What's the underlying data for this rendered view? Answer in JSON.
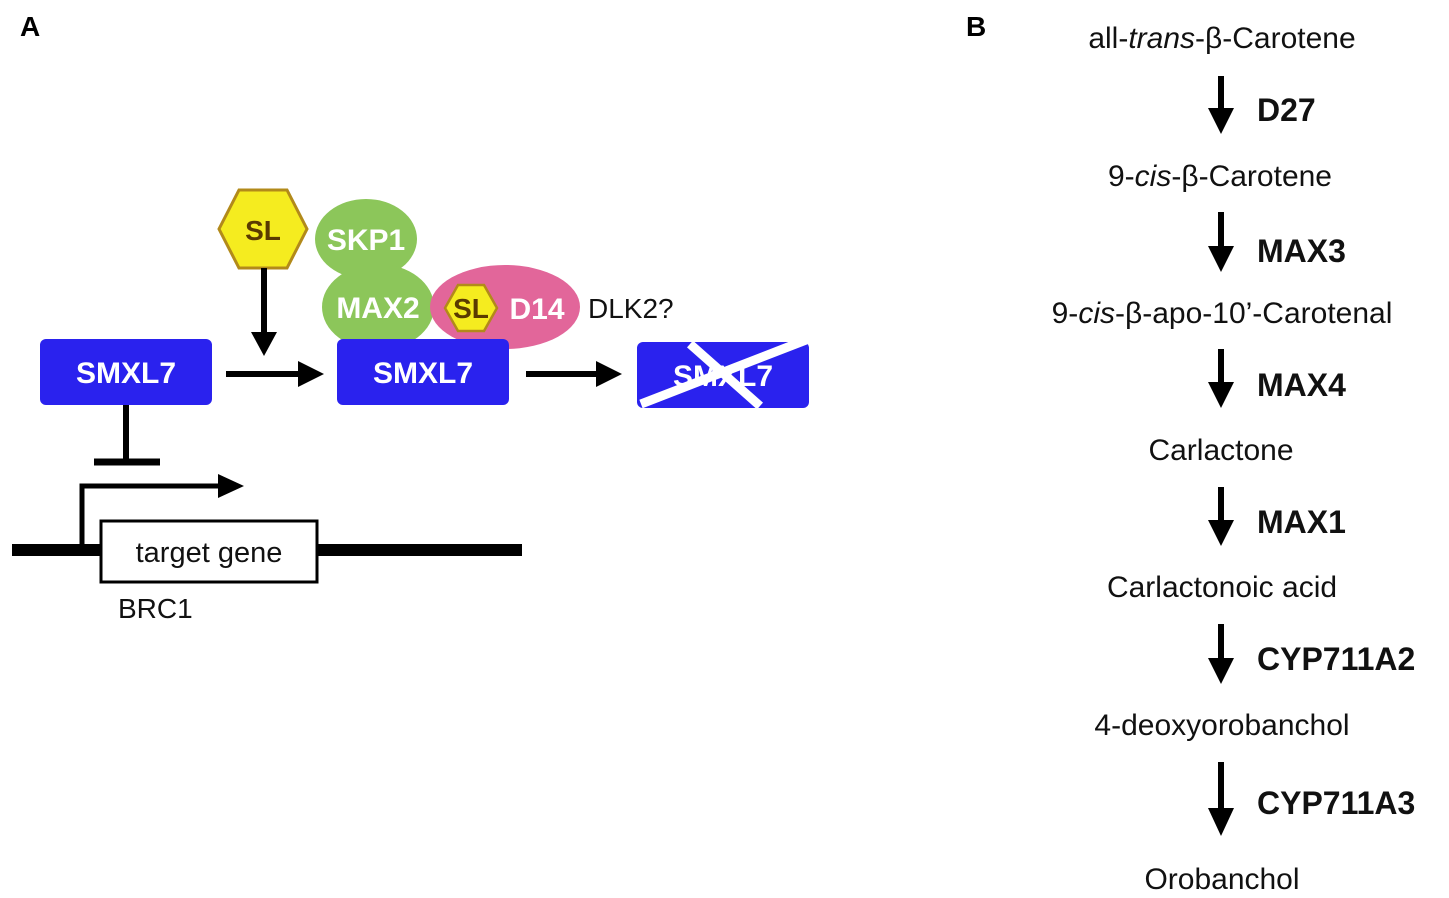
{
  "panel_a": {
    "label": "A",
    "smxl7_left": "SMXL7",
    "smxl7_center": "SMXL7",
    "smxl7_degraded": "SMXL7",
    "sl_free": "SL",
    "skp1": "SKP1",
    "max2": "MAX2",
    "sl_bound": "SL",
    "d14": "D14",
    "dlk2": "DLK2?",
    "target_gene": "target gene",
    "brc1": "BRC1",
    "colors": {
      "smxl7_box": "#2a22ee",
      "sl_hexagon": "#f5ec1f",
      "sl_hexagon_stroke": "#b28a1a",
      "skp1_max2": "#8cc65a",
      "d14": "#e2669a"
    }
  },
  "panel_b": {
    "label": "B",
    "compounds": [
      {
        "prefix": "all-",
        "italic": "trans",
        "suffix": "-β-Carotene"
      },
      {
        "prefix": "9-",
        "italic": "cis",
        "suffix": "-β-Carotene"
      },
      {
        "prefix": "9-",
        "italic": "cis",
        "suffix": "-β-apo-10’-Carotenal"
      },
      {
        "prefix": "",
        "italic": "",
        "suffix": "Carlactone"
      },
      {
        "prefix": "",
        "italic": "",
        "suffix": "Carlactonoic acid"
      },
      {
        "prefix": "",
        "italic": "",
        "suffix": "4-deoxyorobanchol"
      },
      {
        "prefix": "",
        "italic": "",
        "suffix": "Orobanchol"
      }
    ],
    "enzymes": [
      "D27",
      "MAX3",
      "MAX4",
      "MAX1",
      "CYP711A2",
      "CYP711A3"
    ]
  }
}
